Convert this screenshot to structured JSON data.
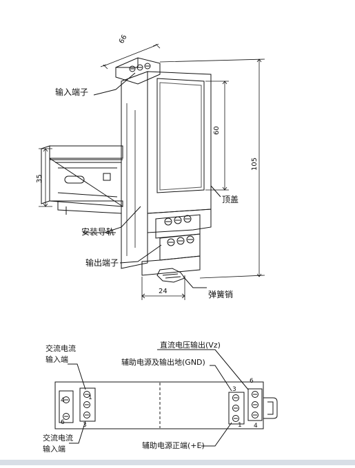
{
  "iso_view": {
    "labels": {
      "input_terminal": "输入端子",
      "top_cover": "顶盖",
      "mount_rail": "安装导轨",
      "output_terminal": "输出端子",
      "spring_pin": "弹簧销"
    },
    "dimensions": {
      "depth": "66",
      "cover_height": "60",
      "total_height": "105",
      "rail_width": "35",
      "module_width": "24"
    }
  },
  "wiring_view": {
    "labels": {
      "ac_input_top": [
        "交流电流",
        "输入端"
      ],
      "ac_input_bottom": [
        "交流电流",
        "输入端"
      ],
      "dc_output": "直流电压输出(Vz)",
      "aux_gnd": "辅助电源及输出地(GND)",
      "aux_plus": "辅助电源正端(+E)"
    },
    "pins": {
      "left_top": "1",
      "left_bottom": "3",
      "left_box_top": "4",
      "left_box_bottom": "6",
      "right_top": "3",
      "right_bottom": "1",
      "right_outer_top": "6",
      "right_outer_bottom": "4"
    }
  }
}
